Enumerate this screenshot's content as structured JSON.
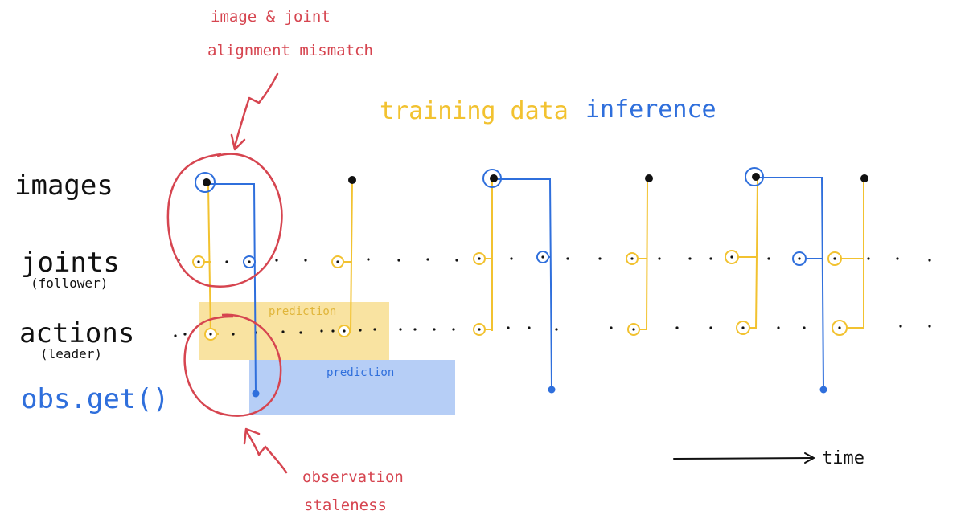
{
  "colors": {
    "training": "#f2c230",
    "inference": "#2f6fdc",
    "annotation": "#d64550",
    "ink": "#111111",
    "training_fill": "#f7dc8a",
    "inference_fill": "#a9c6f5"
  },
  "rows": {
    "images": {
      "label": "images"
    },
    "joints": {
      "label": "joints",
      "sub": "(follower)"
    },
    "actions": {
      "label": "actions",
      "sub": "(leader)"
    },
    "obs": {
      "label": "obs.get()"
    }
  },
  "legend": {
    "training": "training data",
    "inference": "inference"
  },
  "annotations": {
    "mismatch": [
      "image & joint",
      "alignment mismatch"
    ],
    "staleness": [
      "observation",
      "staleness"
    ]
  },
  "predictions": {
    "training": "prediction",
    "inference": "prediction"
  },
  "time_axis": {
    "label": "time"
  }
}
